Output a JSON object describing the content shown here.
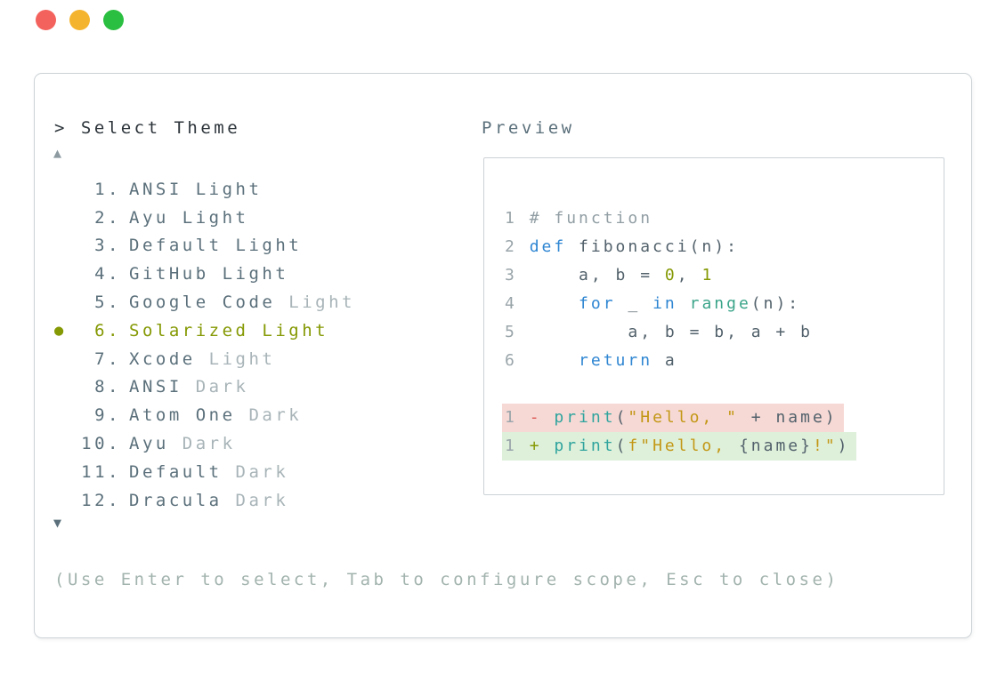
{
  "palette": {
    "border": "#ccd2d6",
    "title": "#2c343a",
    "slate": "#5b707b",
    "dim": "#a8b4b8",
    "olive": "#859904",
    "help": "#a2b3ae",
    "arrow_up": "#8d9ba1",
    "arrow_down": "#5b707b",
    "linenum": "#9aa5aa",
    "comment": "#919ea4",
    "keyword": "#2f86d2",
    "cyan": "#30a49e",
    "teal": "#3aa489",
    "number": "#859904",
    "string": "#c39715",
    "plain": "#52616b",
    "minus": "#dd5d58",
    "plus": "#859904",
    "removed_bg": "#f6d9d5",
    "added_bg": "#def0da",
    "traffic_red": "#f4625d",
    "traffic_yellow": "#f5b42d",
    "traffic_green": "#2abf40"
  },
  "window": {
    "controls": [
      {
        "name": "close",
        "color": "#f4625d"
      },
      {
        "name": "minimize",
        "color": "#f5b42d"
      },
      {
        "name": "maximize",
        "color": "#2abf40"
      }
    ]
  },
  "theme_selector": {
    "title": "> Select Theme",
    "up_arrow": "▲",
    "down_arrow": "▼",
    "bullet": "●",
    "items": [
      {
        "num": "1.",
        "name": "ANSI Light",
        "dim": "",
        "selected": false
      },
      {
        "num": "2.",
        "name": "Ayu Light",
        "dim": "",
        "selected": false
      },
      {
        "num": "3.",
        "name": "Default Light",
        "dim": "",
        "selected": false
      },
      {
        "num": "4.",
        "name": "GitHub Light",
        "dim": "",
        "selected": false
      },
      {
        "num": "5.",
        "name": "Google Code",
        "dim": "Light",
        "selected": false
      },
      {
        "num": "6.",
        "name": "Solarized Light",
        "dim": "",
        "selected": true
      },
      {
        "num": "7.",
        "name": "Xcode",
        "dim": "Light",
        "selected": false
      },
      {
        "num": "8.",
        "name": "ANSI",
        "dim": "Dark",
        "selected": false
      },
      {
        "num": "9.",
        "name": "Atom One",
        "dim": "Dark",
        "selected": false
      },
      {
        "num": "10.",
        "name": "Ayu",
        "dim": "Dark",
        "selected": false
      },
      {
        "num": "11.",
        "name": "Default",
        "dim": "Dark",
        "selected": false
      },
      {
        "num": "12.",
        "name": "Dracula",
        "dim": "Dark",
        "selected": false
      }
    ],
    "help": "(Use Enter to select, Tab to configure scope, Esc to close)"
  },
  "preview": {
    "label": "Preview",
    "code_lines": [
      {
        "bg": null,
        "segments": [
          {
            "t": "1 ",
            "c": "linenum"
          },
          {
            "t": "# function",
            "c": "comment"
          }
        ]
      },
      {
        "bg": null,
        "segments": [
          {
            "t": "2 ",
            "c": "linenum"
          },
          {
            "t": "def",
            "c": "keyword"
          },
          {
            "t": " fibonacci(n):",
            "c": "plain"
          }
        ]
      },
      {
        "bg": null,
        "segments": [
          {
            "t": "3 ",
            "c": "linenum"
          },
          {
            "t": "    a, b = ",
            "c": "plain"
          },
          {
            "t": "0",
            "c": "number"
          },
          {
            "t": ", ",
            "c": "plain"
          },
          {
            "t": "1",
            "c": "number"
          }
        ]
      },
      {
        "bg": null,
        "segments": [
          {
            "t": "4 ",
            "c": "linenum"
          },
          {
            "t": "    ",
            "c": "plain"
          },
          {
            "t": "for",
            "c": "keyword"
          },
          {
            "t": " _ ",
            "c": "plain"
          },
          {
            "t": "in",
            "c": "keyword"
          },
          {
            "t": " ",
            "c": "plain"
          },
          {
            "t": "range",
            "c": "teal"
          },
          {
            "t": "(n):",
            "c": "plain"
          }
        ]
      },
      {
        "bg": null,
        "segments": [
          {
            "t": "5 ",
            "c": "linenum"
          },
          {
            "t": "        a, b = b, a + b",
            "c": "plain"
          }
        ]
      },
      {
        "bg": null,
        "segments": [
          {
            "t": "6 ",
            "c": "linenum"
          },
          {
            "t": "    ",
            "c": "plain"
          },
          {
            "t": "return",
            "c": "keyword"
          },
          {
            "t": " a",
            "c": "plain"
          }
        ]
      },
      {
        "bg": null,
        "segments": []
      },
      {
        "bg": "removed",
        "segments": [
          {
            "t": "1 ",
            "c": "linenum"
          },
          {
            "t": "- ",
            "c": "minus"
          },
          {
            "t": "print",
            "c": "cyan"
          },
          {
            "t": "(",
            "c": "plain"
          },
          {
            "t": "\"Hello, \"",
            "c": "string"
          },
          {
            "t": " + name)",
            "c": "plain"
          }
        ]
      },
      {
        "bg": "added",
        "segments": [
          {
            "t": "1 ",
            "c": "linenum"
          },
          {
            "t": "+ ",
            "c": "plus"
          },
          {
            "t": "print",
            "c": "cyan"
          },
          {
            "t": "(",
            "c": "plain"
          },
          {
            "t": "f",
            "c": "string"
          },
          {
            "t": "\"Hello, ",
            "c": "string"
          },
          {
            "t": "{name}",
            "c": "plain"
          },
          {
            "t": "!\"",
            "c": "string"
          },
          {
            "t": ")",
            "c": "plain"
          }
        ]
      }
    ]
  }
}
